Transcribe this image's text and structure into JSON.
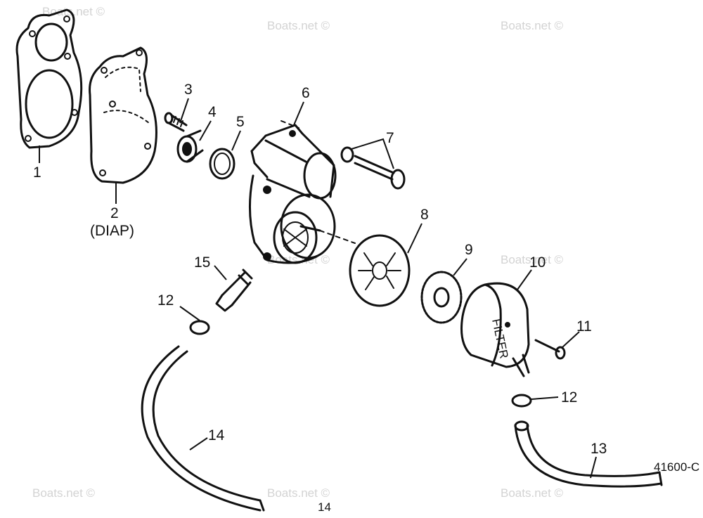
{
  "watermark": "Boats.net ©",
  "ref_number": "41600-C",
  "callouts": {
    "p1": "1",
    "p2": "2",
    "p2_note": "(DIAP)",
    "p3": "3",
    "p4": "4",
    "p5": "5",
    "p6": "6",
    "p7": "7",
    "p8": "8",
    "p9": "9",
    "p10": "10",
    "p11": "11",
    "p12a": "12",
    "p12b": "12",
    "p13": "13",
    "p14a": "14",
    "p14b": "14",
    "p15": "15"
  },
  "filter_cap_text": "FILTER"
}
